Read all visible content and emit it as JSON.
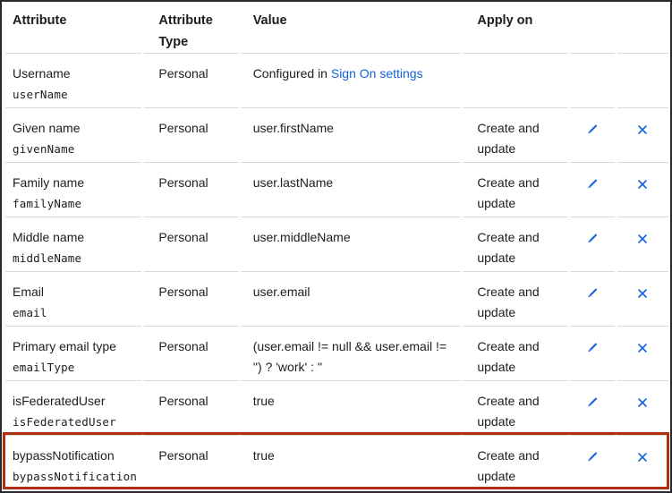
{
  "colors": {
    "text": "#1d1d21",
    "link_blue": "#1662dd",
    "icon_blue": "#1662dd",
    "divider_gray": "#d7d7dc",
    "highlight_red": "#b02f0e",
    "frame_border": "#29292d"
  },
  "table": {
    "headers": [
      "Attribute",
      "Attribute Type",
      "Value",
      "Apply on"
    ],
    "icons": {
      "edit": "pencil-icon",
      "delete": "x-icon"
    },
    "highlighted_row_index": 7,
    "rows": [
      {
        "attribute_label": "Username",
        "attribute_name": "userName",
        "type": "Personal",
        "value_prefix": "Configured in ",
        "value_link": "Sign On settings",
        "apply_on": ""
      },
      {
        "attribute_label": "Given name",
        "attribute_name": "givenName",
        "type": "Personal",
        "value": "user.firstName",
        "apply_on": "Create and update"
      },
      {
        "attribute_label": "Family name",
        "attribute_name": "familyName",
        "type": "Personal",
        "value": "user.lastName",
        "apply_on": "Create and update"
      },
      {
        "attribute_label": "Middle name",
        "attribute_name": "middleName",
        "type": "Personal",
        "value": "user.middleName",
        "apply_on": "Create and update"
      },
      {
        "attribute_label": "Email",
        "attribute_name": "email",
        "type": "Personal",
        "value": "user.email",
        "apply_on": "Create and update"
      },
      {
        "attribute_label": "Primary email type",
        "attribute_name": "emailType",
        "type": "Personal",
        "value": "(user.email != null && user.email != '') ? 'work' : ''",
        "apply_on": "Create and update"
      },
      {
        "attribute_label": "isFederatedUser",
        "attribute_name": "isFederatedUser",
        "type": "Personal",
        "value": "true",
        "apply_on": "Create and update"
      },
      {
        "attribute_label": "bypassNotification",
        "attribute_name": "bypassNotification",
        "type": "Personal",
        "value": "true",
        "apply_on": "Create and update"
      }
    ]
  }
}
